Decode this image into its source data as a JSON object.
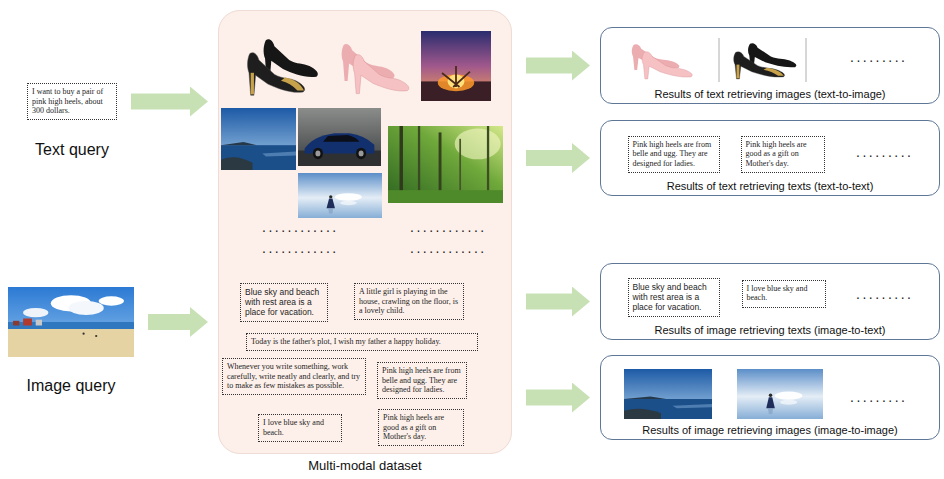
{
  "diagram": {
    "nodes": [
      {
        "text": [
          "I want to buy a pair of pink high heels, about 300 dollars.",
          "Text query"
        ]
      },
      {
        "text": [
          "Image query"
        ]
      },
      {
        "text": [
          "Multi-modal dataset"
        ]
      },
      {
        "text": [
          "Blue sky and beach with rest area is a place for vacation."
        ],
        "in": 2
      },
      {
        "text": [
          "A little girl is playing in the house, crawling on the floor, is a lovely child."
        ],
        "in": 2
      },
      {
        "text": [
          "Today is the father's plot, I wish my father a happy holiday."
        ],
        "in": 2
      },
      {
        "text": [
          "Whenever you write something, work carefully, write neatly and clearly, and try to make as few mistakes as possible."
        ],
        "in": 2
      },
      {
        "text": [
          "Pink high heels are from belle and ugg. They are designed for ladies."
        ],
        "in": 2
      },
      {
        "text": [
          "I love blue sky and beach."
        ],
        "in": 2
      },
      {
        "text": [
          "Pink high heels are good as a gift on Mother's day."
        ],
        "in": 2
      },
      {
        "text": [
          "Results of text retrieving images (text-to-image)"
        ]
      },
      {
        "text": [
          "Results of text retrieving texts (text-to-text)"
        ]
      },
      {
        "text": [
          "Pink high heels are from belle and ugg. They are designed for ladies."
        ],
        "in": 11
      },
      {
        "text": [
          "Pink high heels are good as a gift on Mother's day."
        ],
        "in": 11
      },
      {
        "text": [
          "Results of image retrieving texts (image-to-text)"
        ]
      },
      {
        "text": [
          "Blue sky and beach with rest area is a place for vacation."
        ],
        "in": 14
      },
      {
        "text": [
          "I love blue sky and beach."
        ],
        "in": 14
      },
      {
        "text": [
          "Results of image retrieving images (image-to-image)"
        ]
      }
    ],
    "edges": [
      {
        "from": 0,
        "to": 2,
        "arrow": "to"
      },
      {
        "from": 1,
        "to": 2,
        "arrow": "to"
      },
      {
        "from": 2,
        "to": 10,
        "arrow": "to"
      },
      {
        "from": 2,
        "to": 11,
        "arrow": "to"
      },
      {
        "from": 2,
        "to": 14,
        "arrow": "to"
      },
      {
        "from": 2,
        "to": 17,
        "arrow": "to"
      }
    ],
    "labels": [
      "............",
      "............",
      "............",
      "............",
      ".........",
      ".........",
      ".........",
      "........."
    ]
  }
}
